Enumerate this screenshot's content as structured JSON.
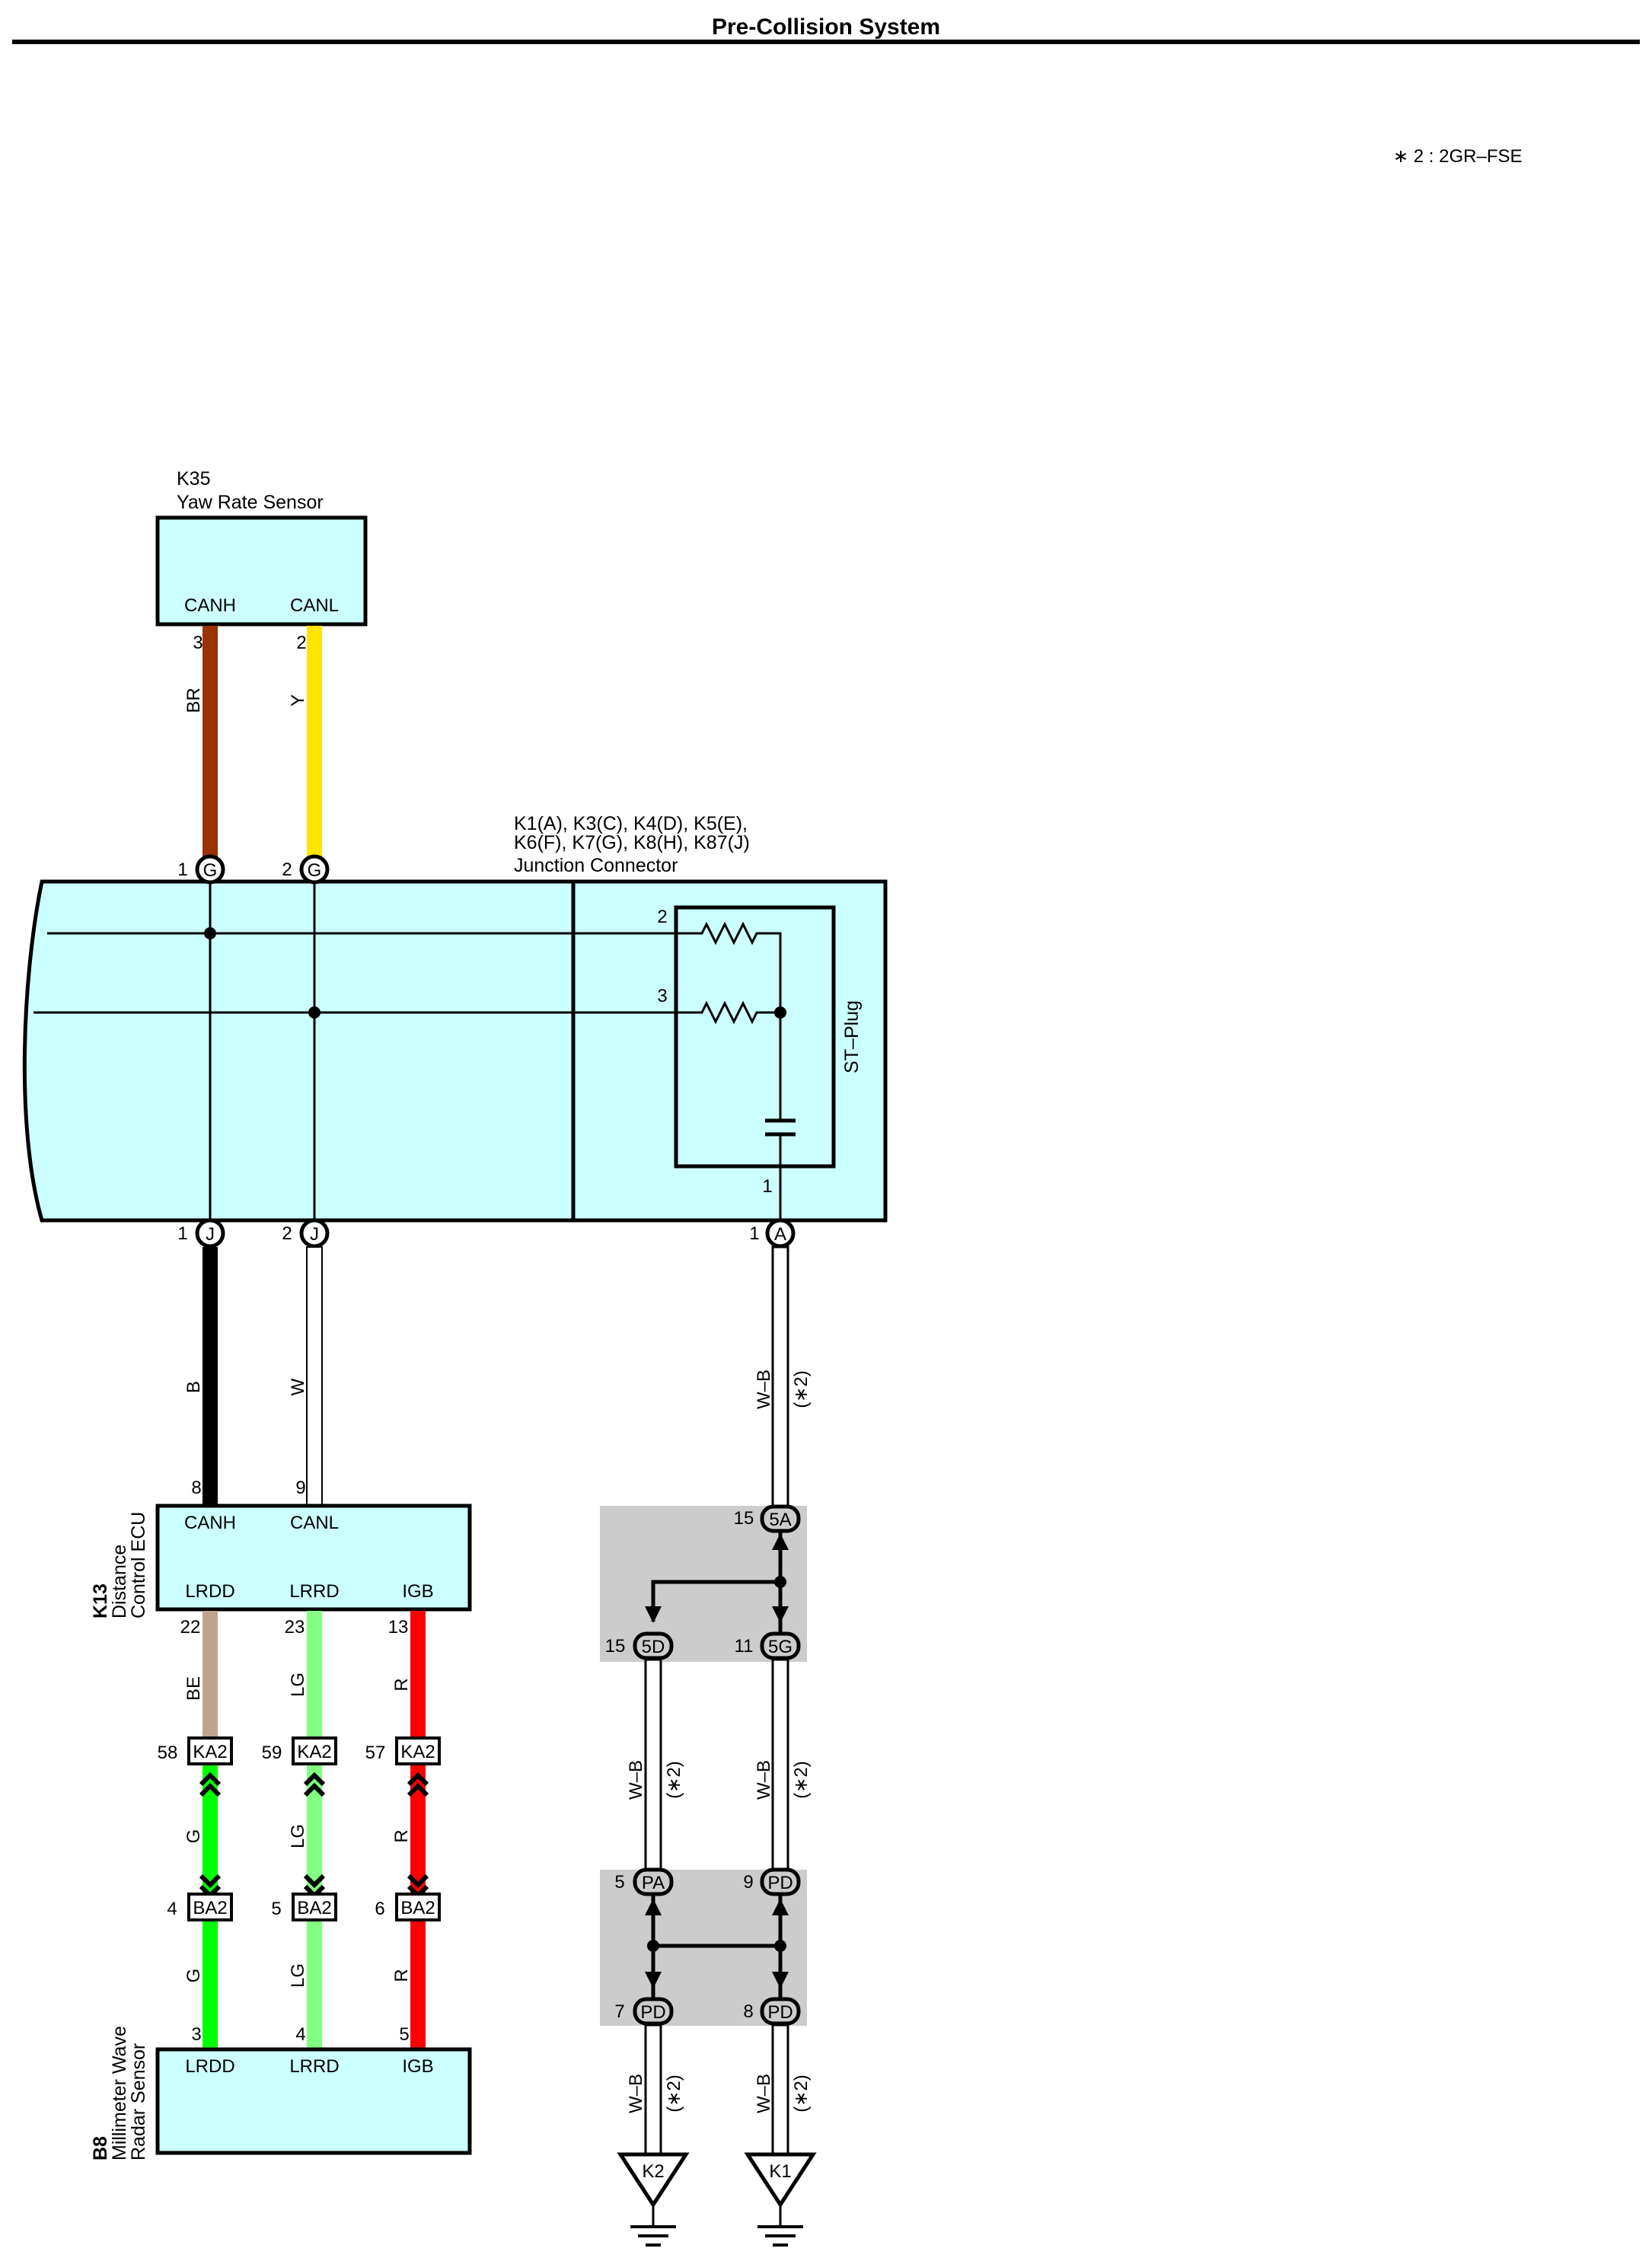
{
  "header": {
    "title": "Pre-Collision System",
    "note": "∗ 2 : 2GR–FSE"
  },
  "colors": {
    "box_fill": "#ccffff",
    "shade": "#cccccc",
    "BR": "#993300",
    "Y": "#ffe500",
    "B": "#000000",
    "W": "#ffffff",
    "BE": "#bfa58e",
    "LG": "#80ff80",
    "G": "#00ff00",
    "R": "#ff0000",
    "W-B": "#ffffff"
  },
  "components": {
    "k35": {
      "code": "K35",
      "name": "Yaw Rate Sensor",
      "pins": [
        "CANH",
        "CANL"
      ]
    },
    "junction": {
      "line1": "K1(A), K3(C), K4(D), K5(E),",
      "line2": "K6(F), K7(G), K8(H), K87(J)",
      "name": "Junction Connector",
      "st_plug": "ST–Plug",
      "st_pin_2": "2",
      "st_pin_3": "3",
      "st_pin_1": "1"
    },
    "k13": {
      "code": "K13",
      "name1": "Distance",
      "name2": "Control ECU",
      "top_pins": [
        "CANH",
        "CANL"
      ],
      "bottom_pins": [
        "LRDD",
        "LRRD",
        "IGB"
      ]
    },
    "b8": {
      "code": "B8",
      "name1": "Millimeter Wave",
      "name2": "Radar Sensor",
      "pins": [
        "LRDD",
        "LRRD",
        "IGB"
      ]
    }
  },
  "terminals": {
    "k35_canh": "3",
    "k35_canl": "2",
    "j_top_1_num": "1",
    "j_top_1_letter": "G",
    "j_top_2_num": "2",
    "j_top_2_letter": "G",
    "j_bot_1_num": "1",
    "j_bot_1_letter": "J",
    "j_bot_2_num": "2",
    "j_bot_2_letter": "J",
    "j_bot_a_num": "1",
    "j_bot_a_letter": "A",
    "k13_canh": "8",
    "k13_canl": "9",
    "k13_lrdd": "22",
    "k13_lrrd": "23",
    "k13_igb": "13",
    "b8_lrdd": "3",
    "b8_lrrd": "4",
    "b8_igb": "5"
  },
  "inline": {
    "ka2_1_num": "58",
    "ka2_2_num": "59",
    "ka2_3_num": "57",
    "ka2_label": "KA2",
    "ba2_1_num": "4",
    "ba2_2_num": "5",
    "ba2_3_num": "6",
    "ba2_label": "BA2"
  },
  "ground_junctions": {
    "j5a_num": "15",
    "j5a_label": "5A",
    "j5d_num": "15",
    "j5d_label": "5D",
    "j5g_num": "11",
    "j5g_label": "5G",
    "jpa_num": "5",
    "jpa_label": "PA",
    "jpd9_num": "9",
    "jpd9_label": "PD",
    "jpd7_num": "7",
    "jpd7_label": "PD",
    "jpd8_num": "8",
    "jpd8_label": "PD"
  },
  "grounds": {
    "k2": "K2",
    "k1": "K1"
  },
  "wires": {
    "br": "BR",
    "y": "Y",
    "b": "B",
    "w": "W",
    "be": "BE",
    "lg": "LG",
    "r": "R",
    "g": "G",
    "wb": "W–B",
    "star2": "(∗2)"
  }
}
